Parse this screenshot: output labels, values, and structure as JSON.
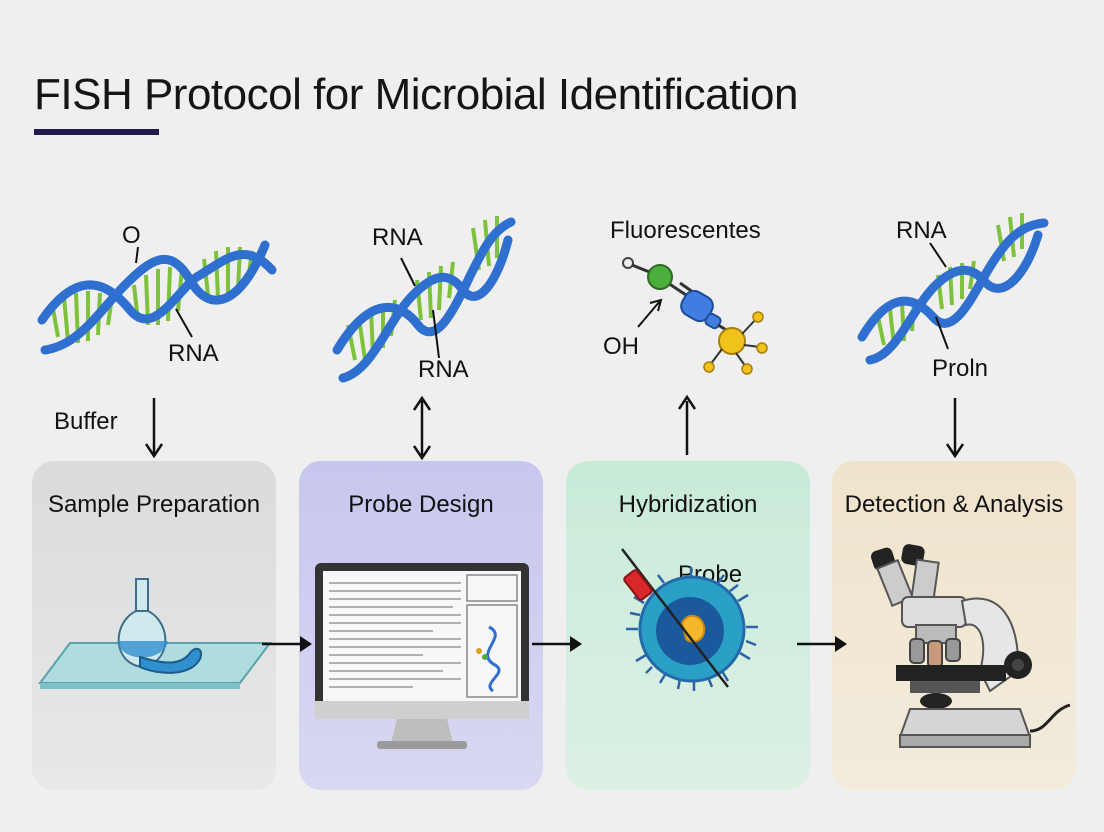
{
  "title": "FISH Protocol for Microbial Identification",
  "colors": {
    "background": "#efefef",
    "title_underline": "#1f1a4a",
    "dna_backbone": "#2f6fd0",
    "dna_rungs": "#7cc23a",
    "panel_sample": "#dadbdd",
    "panel_probe": "#c7c6ee",
    "panel_hybrid": "#c9ead8",
    "panel_detect": "#efe3cc"
  },
  "top_labels": {
    "col1_top": "O",
    "col1_bottom": "RNA",
    "col1_side": "Buffer",
    "col2_top": "RNA",
    "col2_bottom": "RNA",
    "col3_top": "Fluorescentes",
    "col3_side": "OH",
    "col4_top": "RNA",
    "col4_bottom": "Proln"
  },
  "steps": [
    {
      "label": "Sample Preparation",
      "icon": "slide-flask-icon"
    },
    {
      "label": "Probe Design",
      "icon": "computer-monitor-icon"
    },
    {
      "label": "Hybridization",
      "icon": "cell-probe-icon",
      "sublabel": "Probe"
    },
    {
      "label": "Detection & Analysis",
      "icon": "microscope-icon"
    }
  ]
}
